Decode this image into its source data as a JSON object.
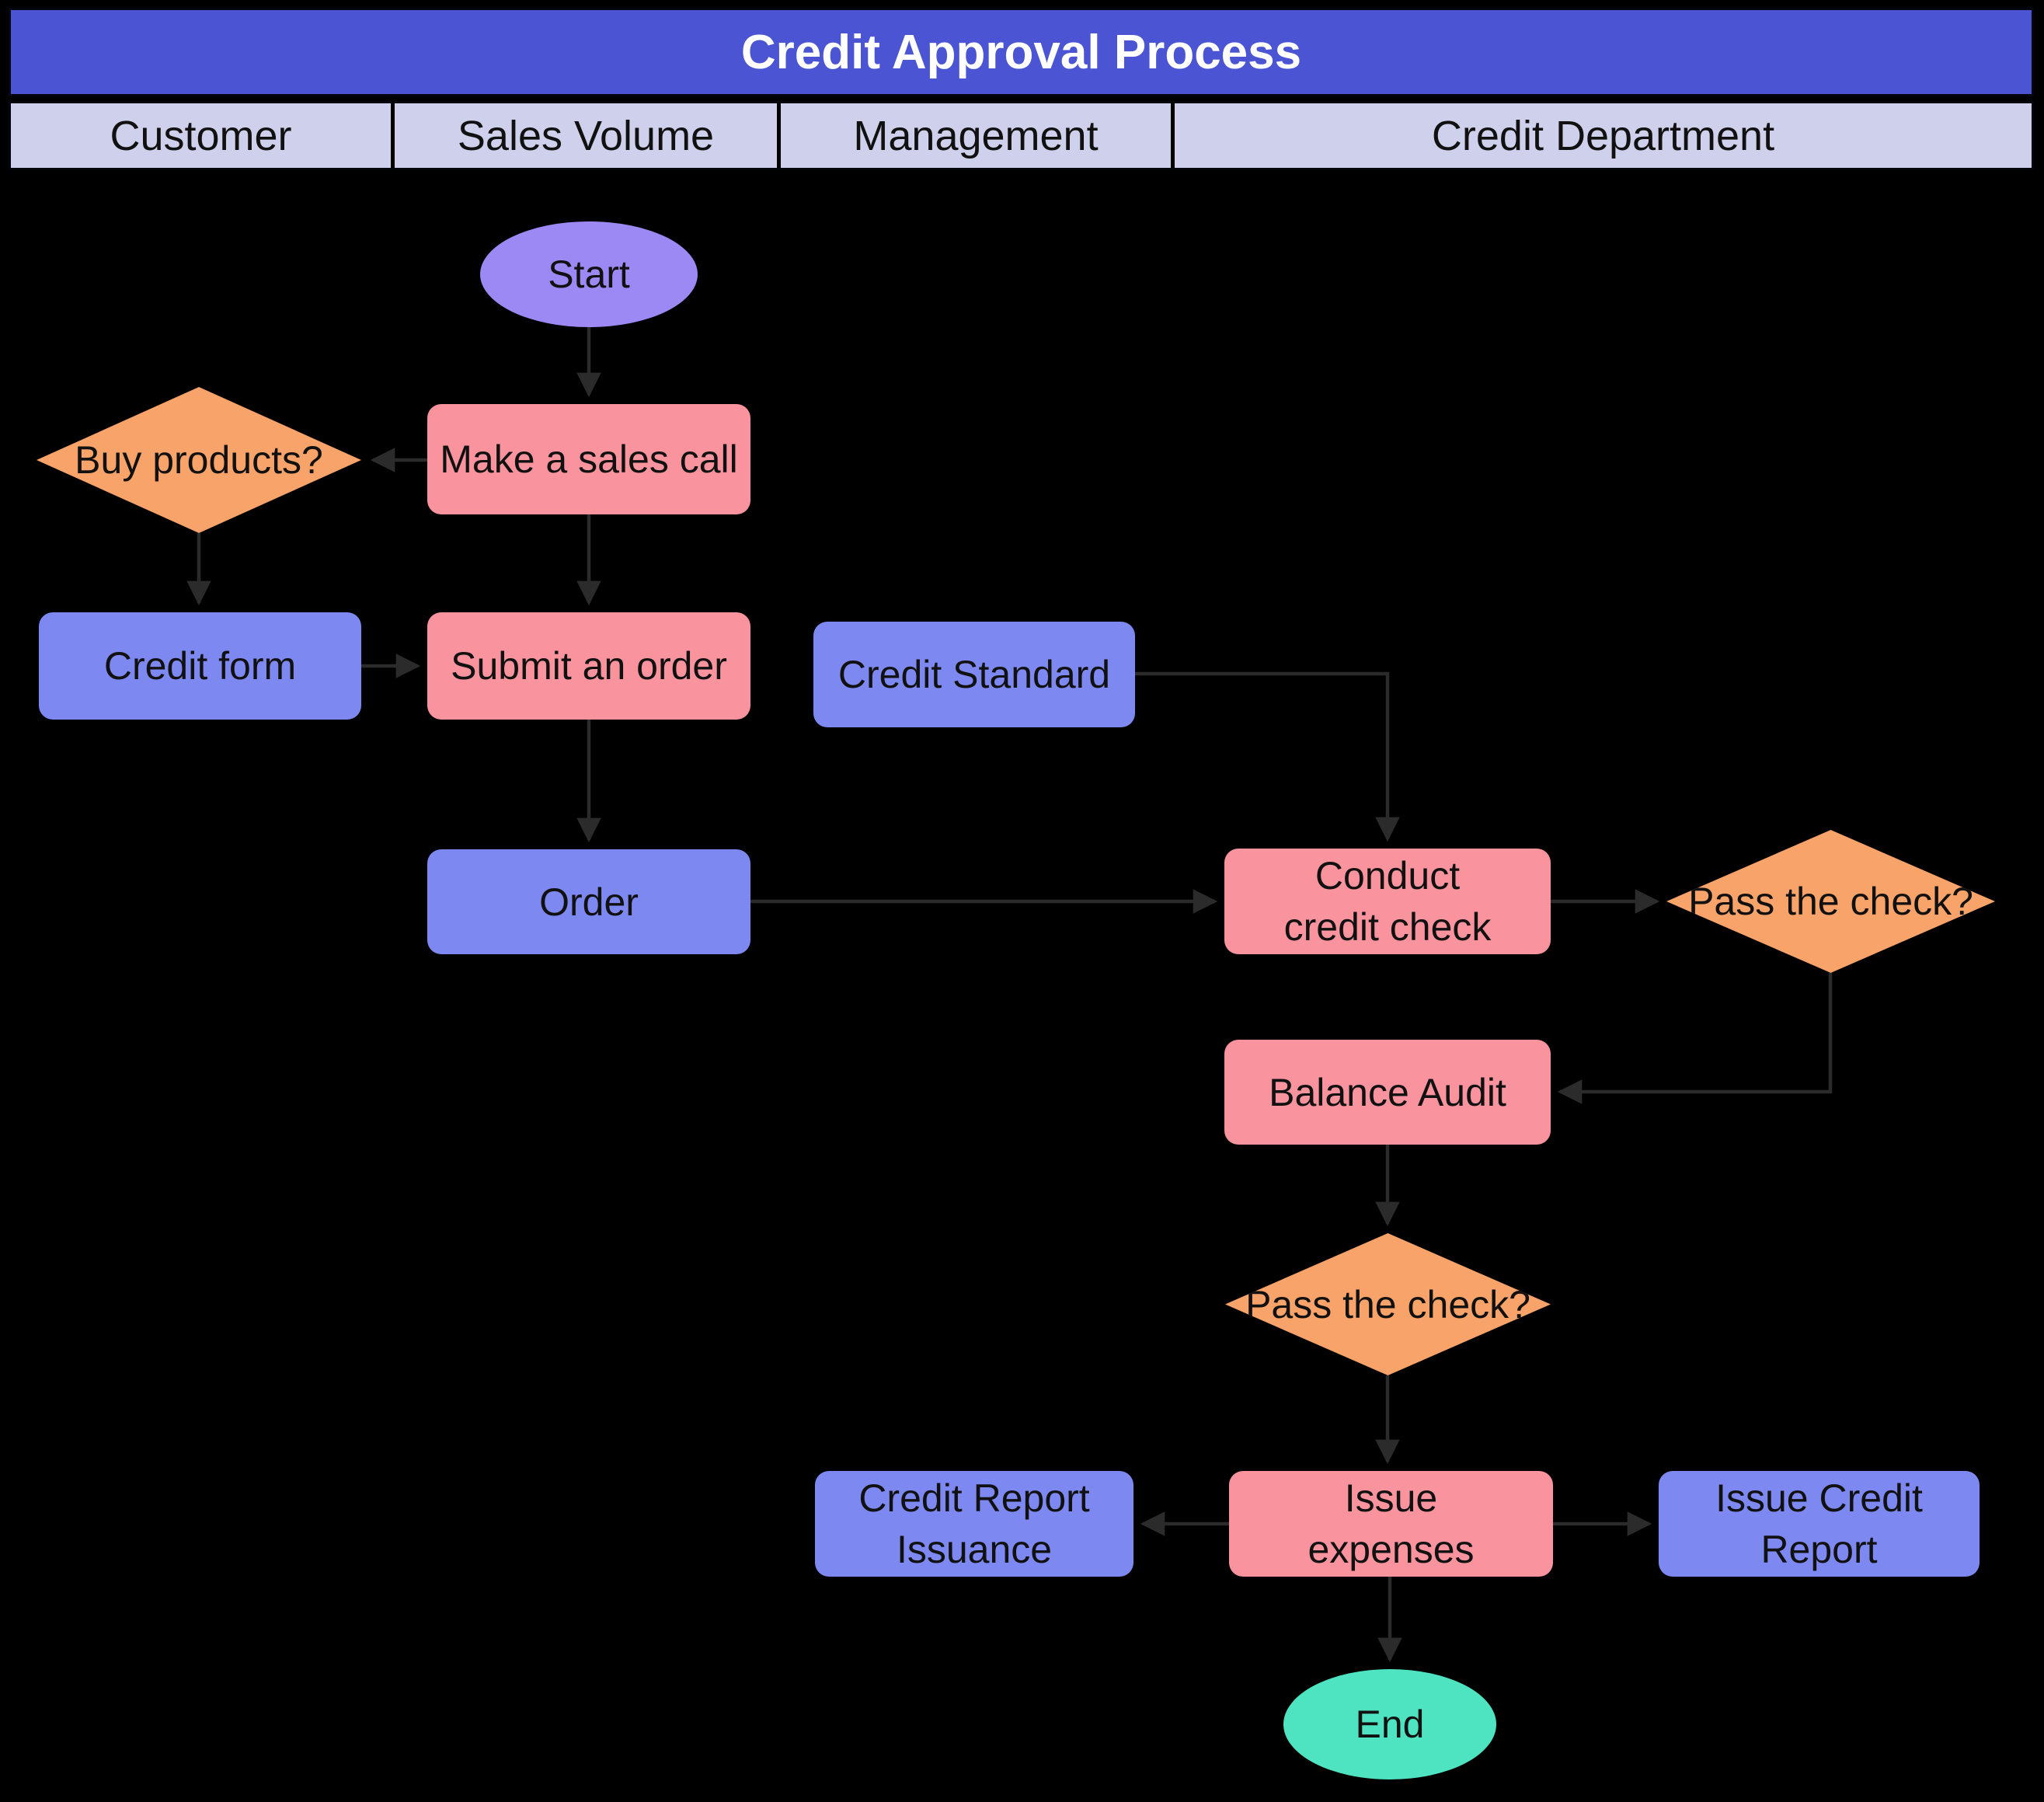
{
  "title": "Credit Approval Process",
  "lanes": [
    {
      "label": "Customer"
    },
    {
      "label": "Sales Volume"
    },
    {
      "label": "Management"
    },
    {
      "label": "Credit Department"
    }
  ],
  "nodes": {
    "start": {
      "label": "Start"
    },
    "make_sales_call": {
      "label": "Make a sales call"
    },
    "buy_products": {
      "label": "Buy products?"
    },
    "credit_form": {
      "label": "Credit form"
    },
    "submit_order": {
      "label": "Submit an order"
    },
    "credit_standard": {
      "label": "Credit Standard"
    },
    "order": {
      "label": "Order"
    },
    "conduct_credit_check": {
      "line1": "Conduct",
      "line2": "credit check"
    },
    "pass_check_1": {
      "label": "Pass the check?"
    },
    "balance_audit": {
      "label": "Balance Audit"
    },
    "pass_check_2": {
      "label": "Pass the check?"
    },
    "credit_report_issuance": {
      "line1": "Credit Report",
      "line2": "Issuance"
    },
    "issue_expenses": {
      "line1": "Issue",
      "line2": "expenses"
    },
    "issue_credit_report": {
      "line1": "Issue Credit",
      "line2": "Report"
    },
    "end": {
      "label": "End"
    }
  },
  "colors": {
    "title-bg": "#4B55D3",
    "header-bg": "#CFD0EC",
    "process-pink": "#F9949E",
    "data-blue": "#7D88F0",
    "decision-orange": "#F8A369",
    "start-purple": "#9D89F4",
    "end-teal": "#4FE4C1",
    "connector": "#2B2B2B",
    "canvas-bg": "#000000",
    "text": "#111111",
    "title-text": "#FFFFFF"
  }
}
